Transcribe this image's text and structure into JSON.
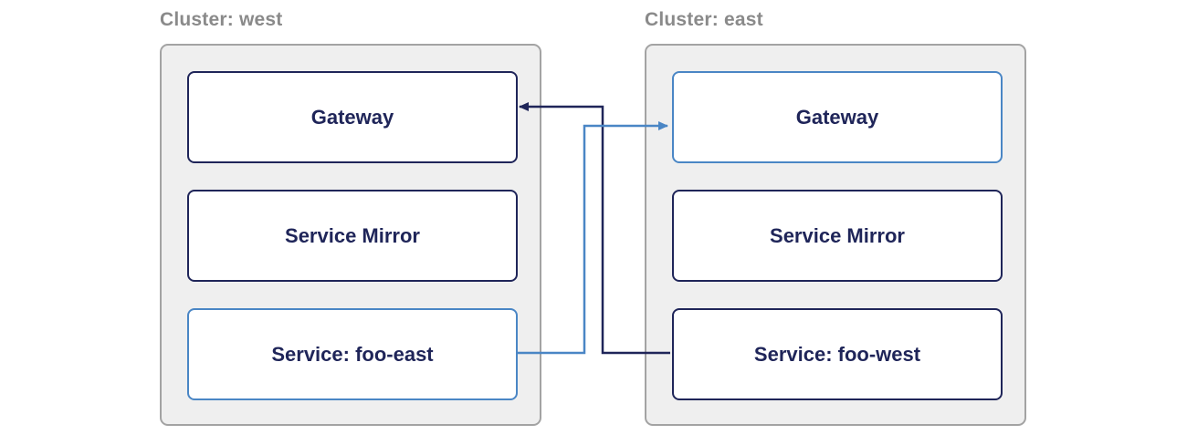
{
  "clusters": [
    {
      "label": "Cluster: west",
      "nodes": [
        {
          "label": "Gateway",
          "highlight": false
        },
        {
          "label": "Service Mirror",
          "highlight": false
        },
        {
          "label": "Service: foo-east",
          "highlight": true
        }
      ]
    },
    {
      "label": "Cluster: east",
      "nodes": [
        {
          "label": "Gateway",
          "highlight": true
        },
        {
          "label": "Service Mirror",
          "highlight": false
        },
        {
          "label": "Service: foo-west",
          "highlight": false
        }
      ]
    }
  ],
  "connections": [
    {
      "from": "Service: foo-west",
      "to": "Gateway (Cluster: west)",
      "color": "#1f2559"
    },
    {
      "from": "Service: foo-east",
      "to": "Gateway (Cluster: east)",
      "color": "#4a86c5"
    }
  ],
  "colors": {
    "dark_navy": "#1f2559",
    "accent_blue": "#4a86c5",
    "cluster_bg": "#efefef",
    "cluster_border": "#a3a3a3",
    "label_gray": "#8a8a8a"
  }
}
